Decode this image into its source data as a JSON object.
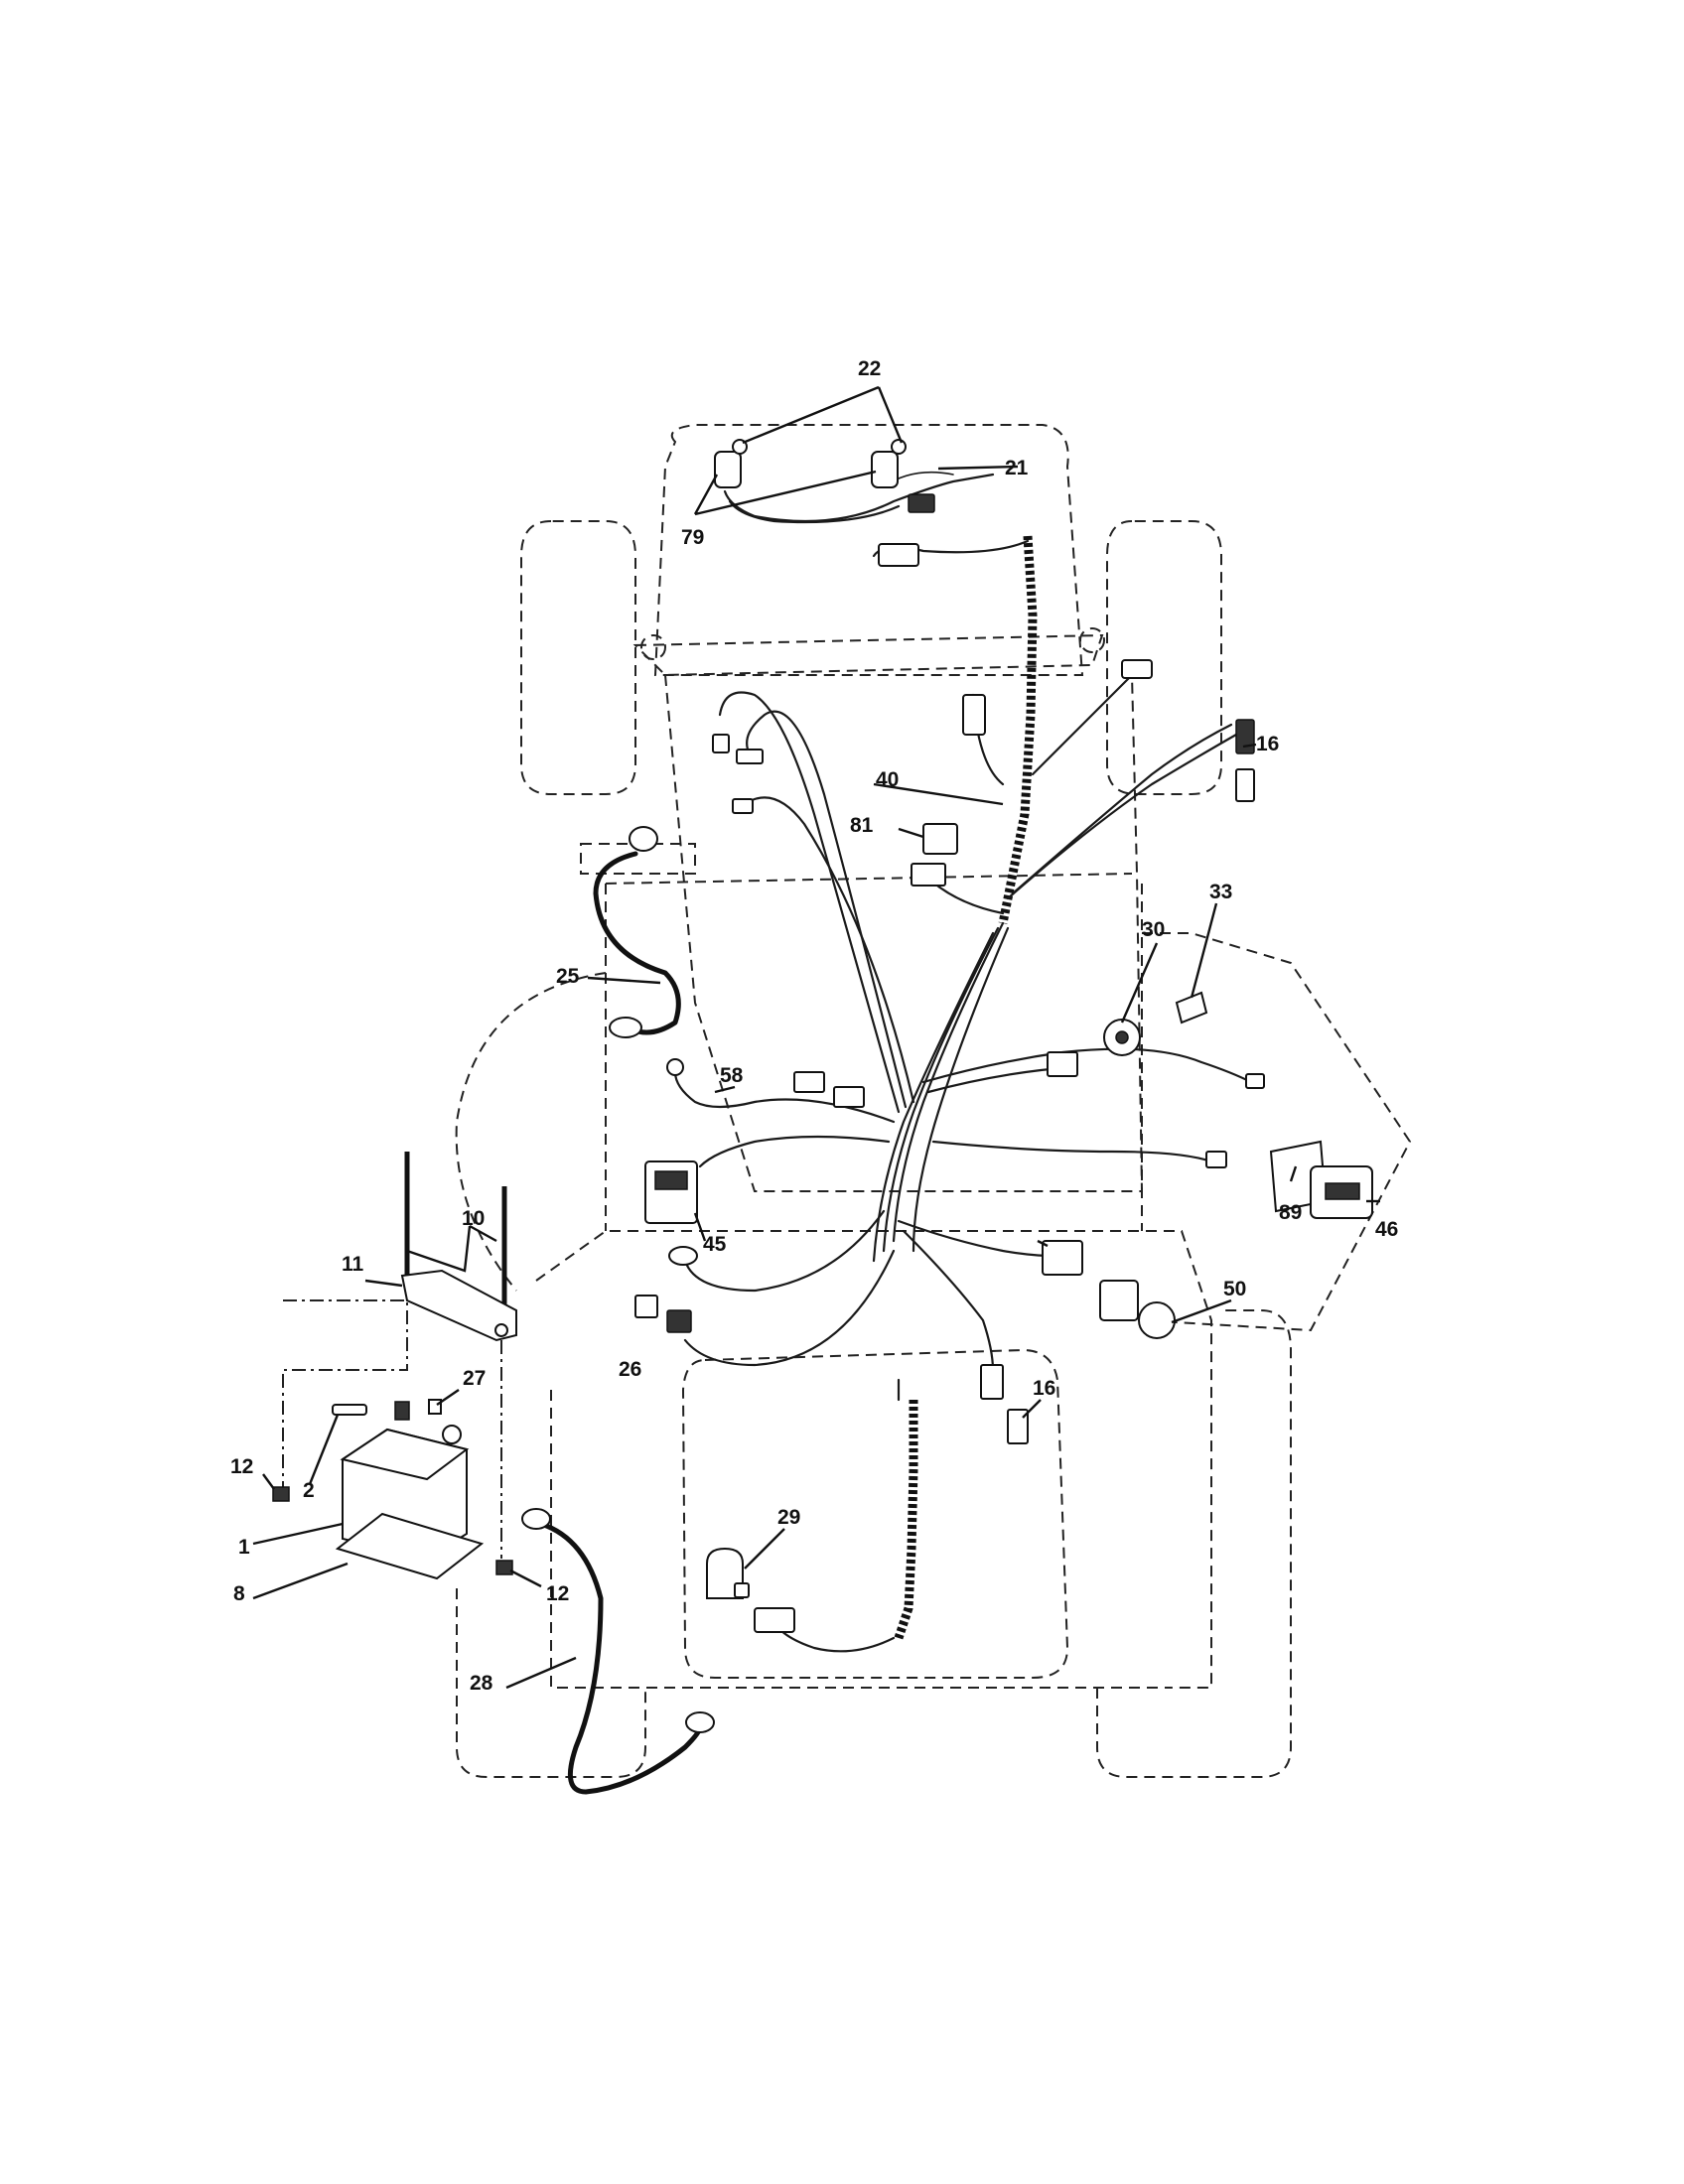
{
  "callouts": {
    "c1": "1",
    "c2": "2",
    "c8": "8",
    "c10": "10",
    "c11": "11",
    "c12a": "12",
    "c12b": "12",
    "c16a": "16",
    "c16b": "16",
    "c21": "21",
    "c22": "22",
    "c25": "25",
    "c26": "26",
    "c27": "27",
    "c28": "28",
    "c29": "29",
    "c30": "30",
    "c33": "33",
    "c40": "40",
    "c45": "45",
    "c46": "46",
    "c50": "50",
    "c58": "58",
    "c79": "79",
    "c81": "81",
    "c89": "89"
  }
}
